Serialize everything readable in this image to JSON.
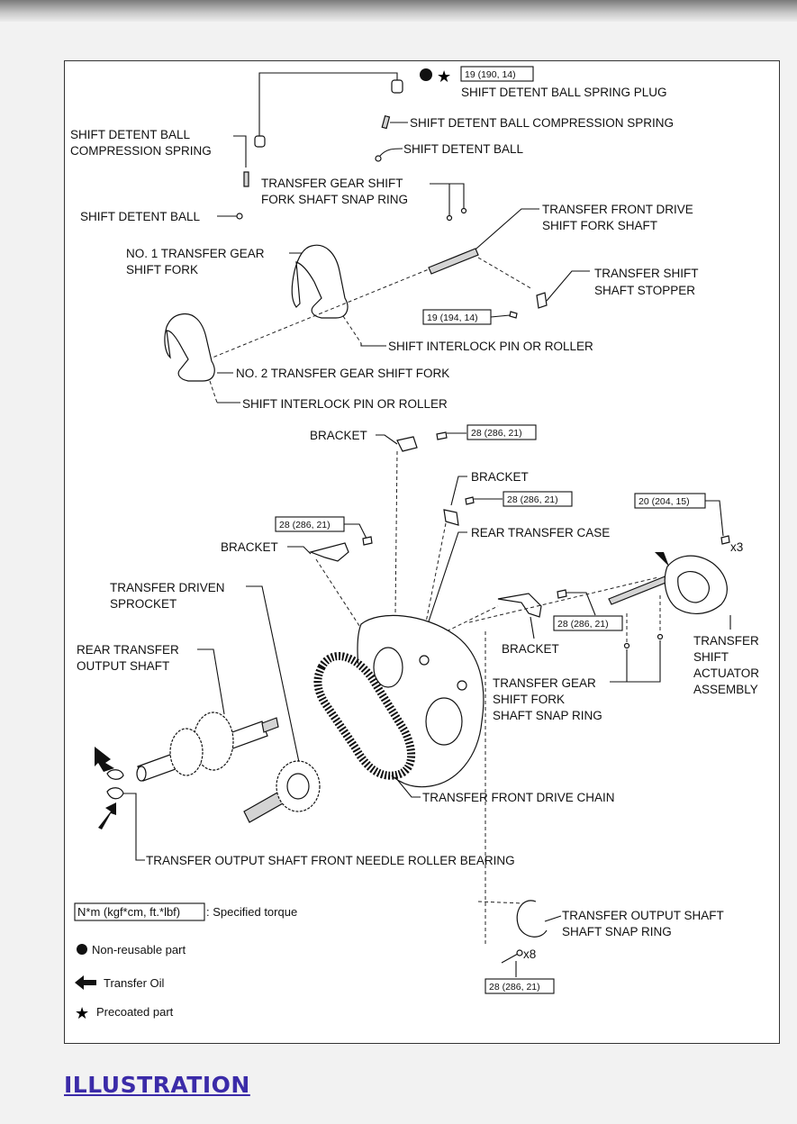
{
  "labels": {
    "spring_plug": "SHIFT DETENT BALL SPRING PLUG",
    "comp_spring_right": "SHIFT DETENT BALL COMPRESSION SPRING",
    "detent_ball_right": "SHIFT DETENT BALL",
    "comp_spring_left_1": "SHIFT DETENT BALL",
    "comp_spring_left_2": "COMPRESSION SPRING",
    "snap_ring_top_1": "TRANSFER GEAR SHIFT",
    "snap_ring_top_2": "FORK SHAFT SNAP RING",
    "detent_ball_left": "SHIFT DETENT BALL",
    "front_fork_shaft_1": "TRANSFER FRONT DRIVE",
    "front_fork_shaft_2": "SHIFT FORK SHAFT",
    "no1_fork_1": "NO. 1 TRANSFER GEAR",
    "no1_fork_2": "SHIFT FORK",
    "stopper_1": "TRANSFER SHIFT",
    "stopper_2": "SHAFT STOPPER",
    "interlock_1": "SHIFT INTERLOCK PIN OR ROLLER",
    "no2_fork": "NO. 2 TRANSFER GEAR SHIFT FORK",
    "interlock_2": "SHIFT INTERLOCK PIN OR ROLLER",
    "bracket_1": "BRACKET",
    "bracket_2": "BRACKET",
    "rear_case": "REAR TRANSFER CASE",
    "bracket_3": "BRACKET",
    "driven_sprocket_1": "TRANSFER DRIVEN",
    "driven_sprocket_2": "SPROCKET",
    "bracket_4": "BRACKET",
    "actuator_1": "TRANSFER",
    "actuator_2": "SHIFT",
    "actuator_3": "ACTUATOR",
    "actuator_4": "ASSEMBLY",
    "rear_output_1": "REAR TRANSFER",
    "rear_output_2": "OUTPUT SHAFT",
    "snap_ring_mid_1": "TRANSFER GEAR",
    "snap_ring_mid_2": "SHIFT FORK",
    "snap_ring_mid_3": "SHAFT SNAP RING",
    "drive_chain": "TRANSFER FRONT DRIVE CHAIN",
    "needle_bearing": "TRANSFER OUTPUT SHAFT FRONT NEEDLE ROLLER BEARING",
    "output_snap_1": "TRANSFER OUTPUT SHAFT",
    "output_snap_2": "SHAFT SNAP RING",
    "x3": "x3",
    "x8": "x8"
  },
  "torques": {
    "t1": "19 (190, 14)",
    "t2": "19 (194, 14)",
    "t3": "28 (286, 21)",
    "t4": "28 (286, 21)",
    "t5": "28 (286, 21)",
    "t6": "20 (204, 15)",
    "t7": "28 (286, 21)",
    "t8": "28 (286, 21)"
  },
  "legend": {
    "torque_box": "N*m (kgf*cm, ft.*lbf)",
    "torque_text": ": Specified torque",
    "non_reusable": "Non-reusable part",
    "transfer_oil": "Transfer Oil",
    "precoated": "Precoated part"
  },
  "footer_link": "ILLUSTRATION"
}
